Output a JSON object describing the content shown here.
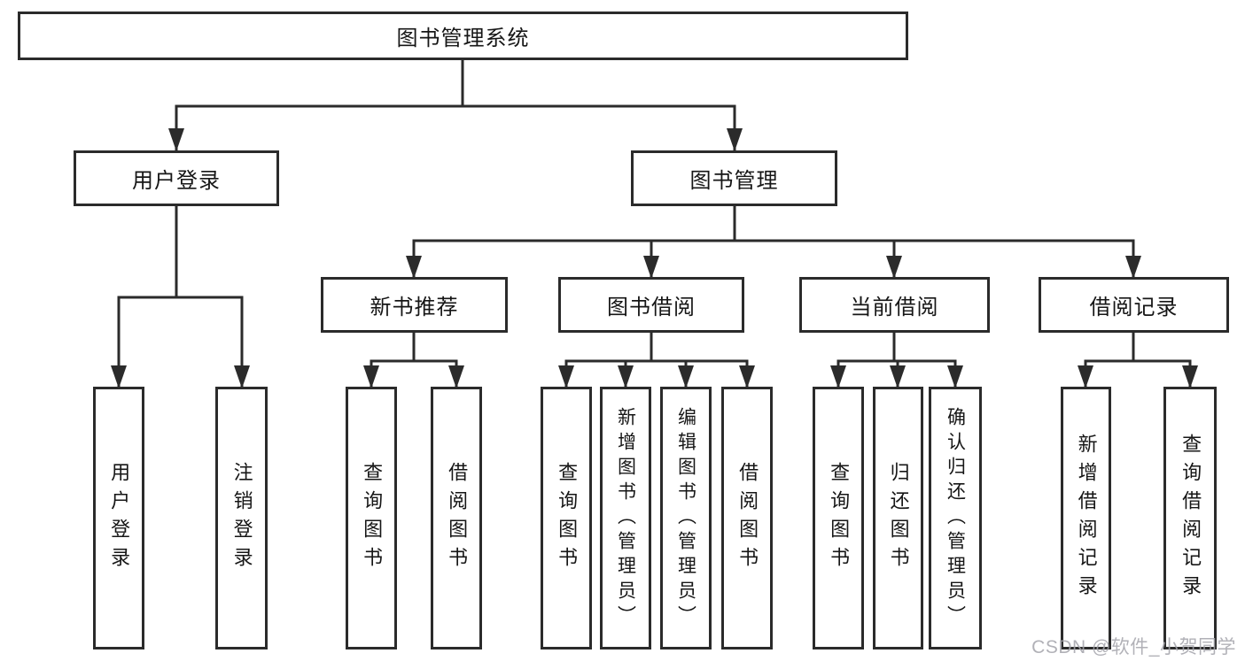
{
  "watermark": {
    "text": "CSDN @软件_小贺同学"
  },
  "colors": {
    "line": "#2b2b2b",
    "box_border": "#2b2b2b",
    "text": "#161616",
    "background": "#ffffff",
    "watermark": "#a3a3aa"
  },
  "tree": {
    "label": "图书管理系统",
    "children": [
      {
        "label": "用户登录",
        "children": [
          {
            "label": "用户登录"
          },
          {
            "label": "注销登录"
          }
        ]
      },
      {
        "label": "图书管理",
        "children": [
          {
            "label": "新书推荐",
            "children": [
              {
                "label": "查询图书"
              },
              {
                "label": "借阅图书"
              }
            ]
          },
          {
            "label": "图书借阅",
            "children": [
              {
                "label": "查询图书"
              },
              {
                "label": "新增图书（管理员）"
              },
              {
                "label": "编辑图书（管理员）"
              },
              {
                "label": "借阅图书"
              }
            ]
          },
          {
            "label": "当前借阅",
            "children": [
              {
                "label": "查询图书"
              },
              {
                "label": "归还图书"
              },
              {
                "label": "确认归还（管理员）"
              }
            ]
          },
          {
            "label": "借阅记录",
            "children": [
              {
                "label": "新增借阅记录"
              },
              {
                "label": "查询借阅记录"
              }
            ]
          }
        ]
      }
    ]
  }
}
